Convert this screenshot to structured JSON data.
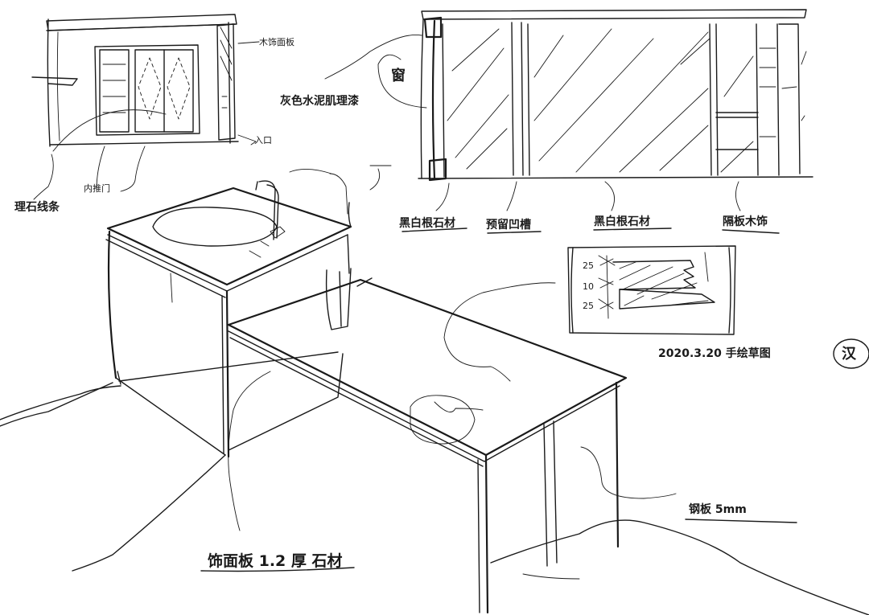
{
  "colors": {
    "ink": "#1a1a1a",
    "paper": "#ffffff"
  },
  "annotations": {
    "wood_veneer": "木饰面板",
    "cement_finish": "灰色水泥肌理漆",
    "entrance": "入口",
    "stone_strip": "理石线条",
    "inner_door": "内推门",
    "left_label": "窗",
    "black_stone_1": "黑白根石材",
    "shadow_gap": "预留凹槽",
    "black_stone_2": "黑白根石材",
    "side_panel": "隔板木饰",
    "dim_25_top": "25",
    "dim_10": "10",
    "dim_25_bottom": "25",
    "date_note": "2020.3.20 手绘草图",
    "signature": "汉",
    "steel_plate": "钢板 5mm",
    "countertop": "饰面板 1.2 厚 石材"
  }
}
